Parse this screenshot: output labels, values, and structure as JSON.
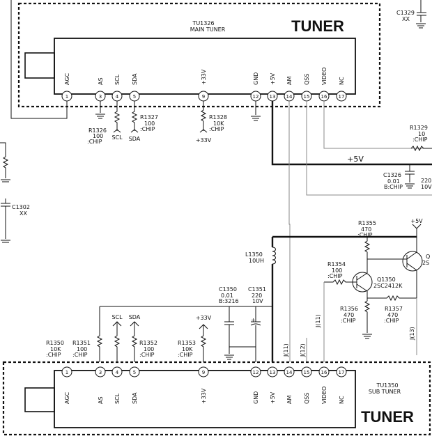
{
  "main_tuner": {
    "title": "TUNER",
    "model": "TU1326",
    "name": "MAIN TUNER",
    "pins": [
      {
        "num": "1",
        "label": "AGC"
      },
      {
        "num": "3",
        "label": "AS"
      },
      {
        "num": "4",
        "label": "SCL"
      },
      {
        "num": "5",
        "label": "SDA"
      },
      {
        "num": "9",
        "label": "+33V"
      },
      {
        "num": "12",
        "label": "GND"
      },
      {
        "num": "13",
        "label": "+5V"
      },
      {
        "num": "14",
        "label": "AM"
      },
      {
        "num": "15",
        "label": "QSS"
      },
      {
        "num": "16",
        "label": "VIDEO"
      },
      {
        "num": "17",
        "label": "NC"
      }
    ]
  },
  "sub_tuner": {
    "title": "TUNER",
    "model": "TU1350",
    "name": "SUB TUNER",
    "pins": [
      {
        "num": "1",
        "label": "AGC"
      },
      {
        "num": "3",
        "label": "AS"
      },
      {
        "num": "4",
        "label": "SCL"
      },
      {
        "num": "5",
        "label": "SDA"
      },
      {
        "num": "9",
        "label": "+33V"
      },
      {
        "num": "12",
        "label": "GND"
      },
      {
        "num": "13",
        "label": "+5V"
      },
      {
        "num": "14",
        "label": "AM"
      },
      {
        "num": "15",
        "label": "QSS"
      },
      {
        "num": "16",
        "label": "VIDEO"
      },
      {
        "num": "17",
        "label": "NC"
      }
    ]
  },
  "components": {
    "r1326": [
      "R1326",
      "100",
      ":CHIP"
    ],
    "r1327": [
      "R1327",
      "100",
      ":CHIP"
    ],
    "r1328": [
      "R1328",
      "10K",
      ":CHIP"
    ],
    "r1329": [
      "R1329",
      "10",
      ":CHIP"
    ],
    "r1350": [
      "R1350",
      "10K",
      ":CHIP"
    ],
    "r1351": [
      "R1351",
      "100",
      ":CHIP"
    ],
    "r1352": [
      "R1352",
      "100",
      ":CHIP"
    ],
    "r1353": [
      "R1353",
      "10K",
      ":CHIP"
    ],
    "r1354": [
      "R1354",
      "100",
      ":CHIP"
    ],
    "r1355": [
      "R1355",
      "470",
      ":CHIP"
    ],
    "r1356": [
      "R1356",
      "470",
      ":CHIP"
    ],
    "r1357": [
      "R1357",
      "470",
      ":CHIP"
    ],
    "c1326": [
      "C1326",
      "0.01",
      "B:CHIP"
    ],
    "c1326b": [
      "220",
      "10V"
    ],
    "c1329": [
      "C1329",
      "XX"
    ],
    "c1302": [
      "C1302",
      "XX"
    ],
    "c1350": [
      "C1350",
      "0.01",
      "B:3216"
    ],
    "c1351": [
      "C1351",
      "220",
      "10V"
    ],
    "l1350": [
      "L1350",
      "10UH"
    ],
    "q1350": [
      "Q1350",
      "2SC2412K"
    ],
    "q_right": [
      "Q",
      "2S"
    ]
  },
  "nets": {
    "scl": "SCL",
    "sda": "SDA",
    "v33": "+33V",
    "v5": "+5V",
    "j1_11": "J(11)",
    "j1_11b": "J(11)",
    "j1_12": "J(12)",
    "j1_13": "J(13)"
  }
}
